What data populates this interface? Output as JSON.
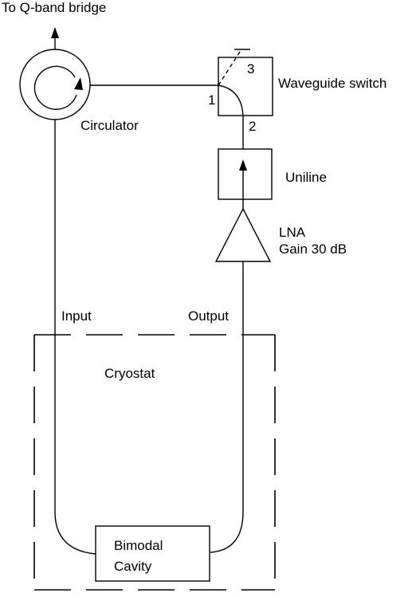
{
  "labels": {
    "top": "To Q-band bridge",
    "circulator": "Circulator",
    "waveguide_switch": "Waveguide switch",
    "port1": "1",
    "port2": "2",
    "port3": "3",
    "uniline": "Uniline",
    "lna": "LNA",
    "lna_gain": "Gain 30 dB",
    "input": "Input",
    "output": "Output",
    "cryostat": "Cryostat",
    "cavity_line1": "Bimodal",
    "cavity_line2": "Cavity"
  }
}
